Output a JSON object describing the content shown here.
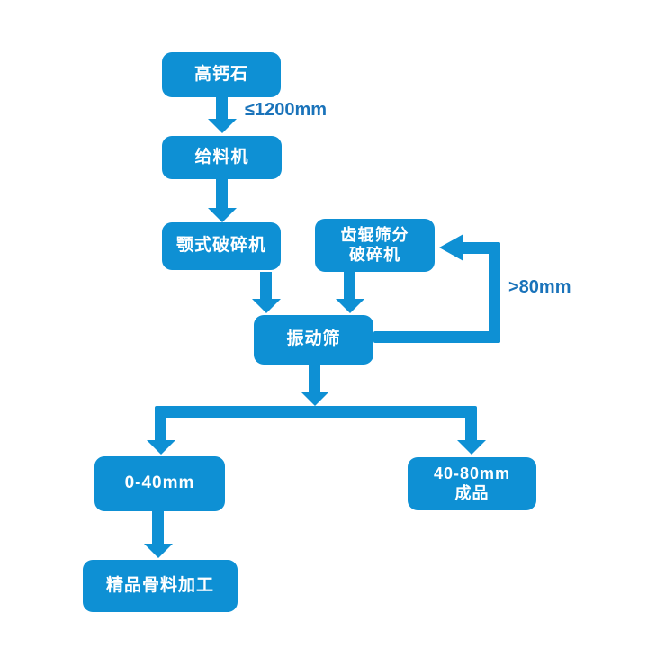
{
  "diagram": {
    "type": "flowchart",
    "description": "Crushing and screening process flow for high-calcium stone",
    "nodes": {
      "high_calcium_stone": "高钙石",
      "feeder": "给料机",
      "jaw_crusher": "颚式破碎机",
      "roller_screen_crusher_line1": "齿辊筛分",
      "roller_screen_crusher_line2": "破碎机",
      "vibrating_screen": "振动筛",
      "fine_fraction": "0-40mm",
      "finished_product_line1": "40-80mm",
      "finished_product_line2": "成品",
      "aggregate_processing": "精品骨料加工"
    },
    "edge_labels": {
      "feed_size": "≤1200mm",
      "oversize_return": ">80mm"
    },
    "colors": {
      "shape_blue": "#0e90d4",
      "label_blue": "#1a73ba",
      "text_white": "#ffffff",
      "background": "#ffffff"
    },
    "edges": [
      {
        "from": "high_calcium_stone",
        "to": "feeder",
        "label": "≤1200mm"
      },
      {
        "from": "feeder",
        "to": "jaw_crusher",
        "label": ""
      },
      {
        "from": "jaw_crusher",
        "to": "vibrating_screen",
        "label": ""
      },
      {
        "from": "roller_screen_crusher",
        "to": "vibrating_screen",
        "label": ""
      },
      {
        "from": "vibrating_screen",
        "to": "roller_screen_crusher",
        "label": ">80mm"
      },
      {
        "from": "vibrating_screen",
        "to": "fine_fraction",
        "label": ""
      },
      {
        "from": "vibrating_screen",
        "to": "finished_product",
        "label": ""
      },
      {
        "from": "fine_fraction",
        "to": "aggregate_processing",
        "label": ""
      }
    ]
  }
}
